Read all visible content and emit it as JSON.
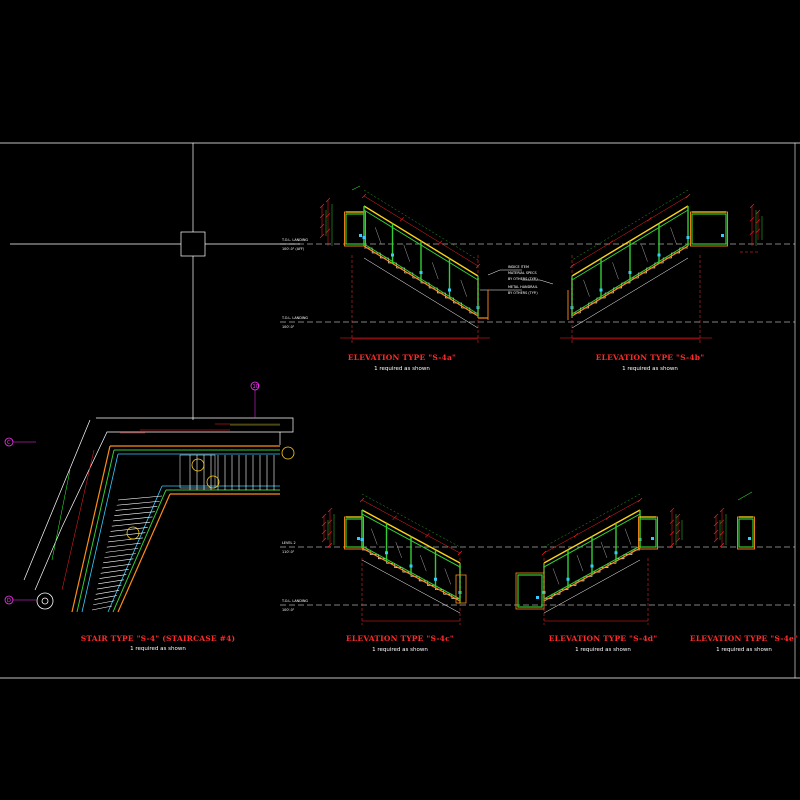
{
  "colors": {
    "background": "#000000",
    "frame": "#ffffff",
    "stringer": "#ff8c1a",
    "rail": "#ffd11a",
    "glass": "#33cc33",
    "dimension": "#ff2020",
    "hidden": "#ff3030",
    "cyan": "#33ccff",
    "grid": "#ff33ff"
  },
  "plan": {
    "title": "STAIR TYPE \"S-4\" (STAIRCASE #4)",
    "subtitle": "1 required as shown",
    "bubble_upper": "10",
    "bubble_left": "C",
    "bubble_lower": "D"
  },
  "elevations": [
    {
      "id": "a",
      "title": "ELEVATION TYPE \"S-4a\"",
      "subtitle": "1 required as shown"
    },
    {
      "id": "b",
      "title": "ELEVATION TYPE \"S-4b\"",
      "subtitle": "1 required as shown"
    },
    {
      "id": "c",
      "title": "ELEVATION TYPE \"S-4c\"",
      "subtitle": "1 required as shown"
    },
    {
      "id": "d",
      "title": "ELEVATION TYPE \"S-4d\"",
      "subtitle": "1 required as shown"
    },
    {
      "id": "e",
      "title": "ELEVATION TYPE \"S-4e\"",
      "subtitle": "1 required as shown"
    }
  ],
  "level_labels": {
    "top_upper": "T.O.L. LANDING",
    "top_upper_val": "100'-0\" (AFF)",
    "top_lower": "T.O.L. LANDING",
    "top_lower_val": "100'-0\"",
    "bottom_upper": "LEVEL 2",
    "bottom_upper_val": "110'-0\"",
    "bottom_lower": "T.O.L. LANDING",
    "bottom_lower_val": "100'-0\""
  },
  "callouts": [
    "INDICE ITEM",
    "MATERIAL SPECS",
    "BY OTHERS (TYP.)",
    "METAL HANDRAIL",
    "BY OTHERS (TYP.)"
  ]
}
